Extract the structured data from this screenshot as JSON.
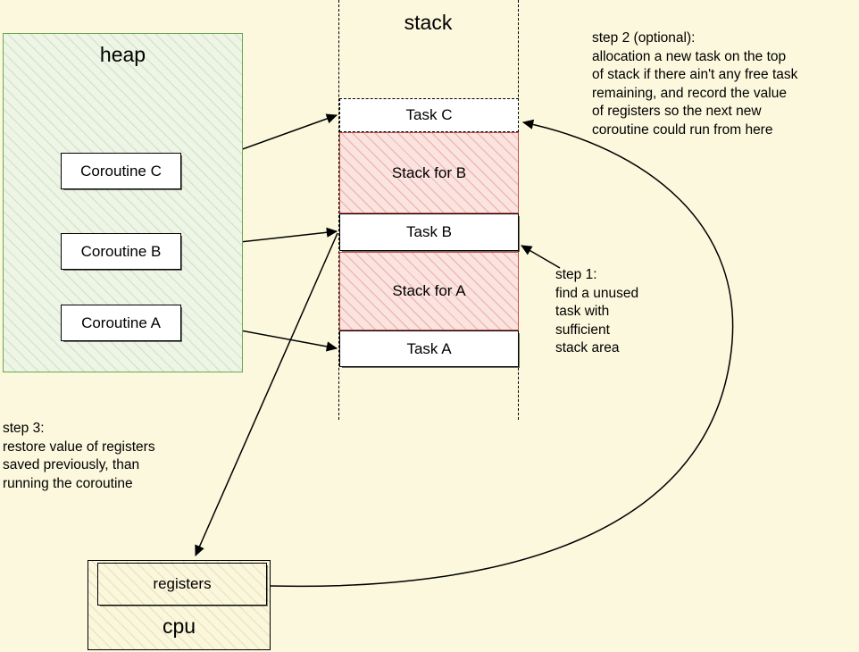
{
  "diagram": {
    "title_heap": "heap",
    "title_stack": "stack",
    "background_color": "#fbf8dd"
  },
  "heap": {
    "label": "heap",
    "fill_color": "#eef5e6",
    "border_color": "#6aa84f",
    "coroutines": [
      {
        "label": "Coroutine C"
      },
      {
        "label": "Coroutine B"
      },
      {
        "label": "Coroutine A"
      }
    ]
  },
  "stack": {
    "label": "stack",
    "cells": [
      {
        "label": "Task C",
        "kind": "task-dashed",
        "fill_color": "#ffffff"
      },
      {
        "label": "Stack for B",
        "kind": "stack-area",
        "fill_color": "#fbe3e0"
      },
      {
        "label": "Task B",
        "kind": "task",
        "fill_color": "#ffffff"
      },
      {
        "label": "Stack for A",
        "kind": "stack-area",
        "fill_color": "#fbe3e0"
      },
      {
        "label": "Task A",
        "kind": "task",
        "fill_color": "#ffffff"
      }
    ]
  },
  "cpu": {
    "label": "cpu",
    "registers_label": "registers"
  },
  "annotations": {
    "step1": "step 1:\nfind a unused\ntask with\nsufficient\nstack area",
    "step2": "step 2 (optional):\nallocation a new task on the top\nof stack if there ain't any free task\nremaining, and record the value\nof registers so the next new\ncoroutine could run from here",
    "step3": "step 3:\nrestore value of registers\nsaved previously, than\nrunning the coroutine"
  }
}
